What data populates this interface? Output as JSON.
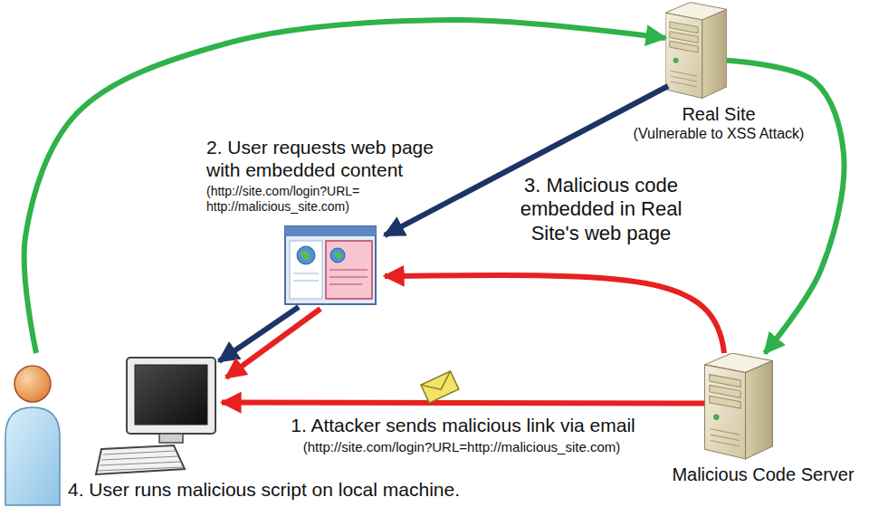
{
  "diagram": {
    "nodes": [
      {
        "text": [
          "Real Site",
          "(Vulnerable to XSS Attack)"
        ]
      },
      {
        "text": [
          "4. User runs malicious script on local machine."
        ]
      },
      {
        "text": [
          "Malicious Code Server"
        ]
      }
    ],
    "edges": [
      {
        "from": 1,
        "to": 0,
        "arrow": "to"
      },
      {
        "from": 0,
        "to": 2,
        "arrow": "to"
      },
      {
        "from": 2,
        "to": 1,
        "arrow": "to",
        "label": "1. Attacker sends malicious link via email"
      }
    ],
    "labels": [
      "2. User requests web page with embedded content",
      "(http://site.com/login?URL= http://malicious_site.com)",
      "3. Malicious code embedded in Real Site's web page",
      "(http://site.com/login?URL=http://malicious_site.com)"
    ]
  }
}
